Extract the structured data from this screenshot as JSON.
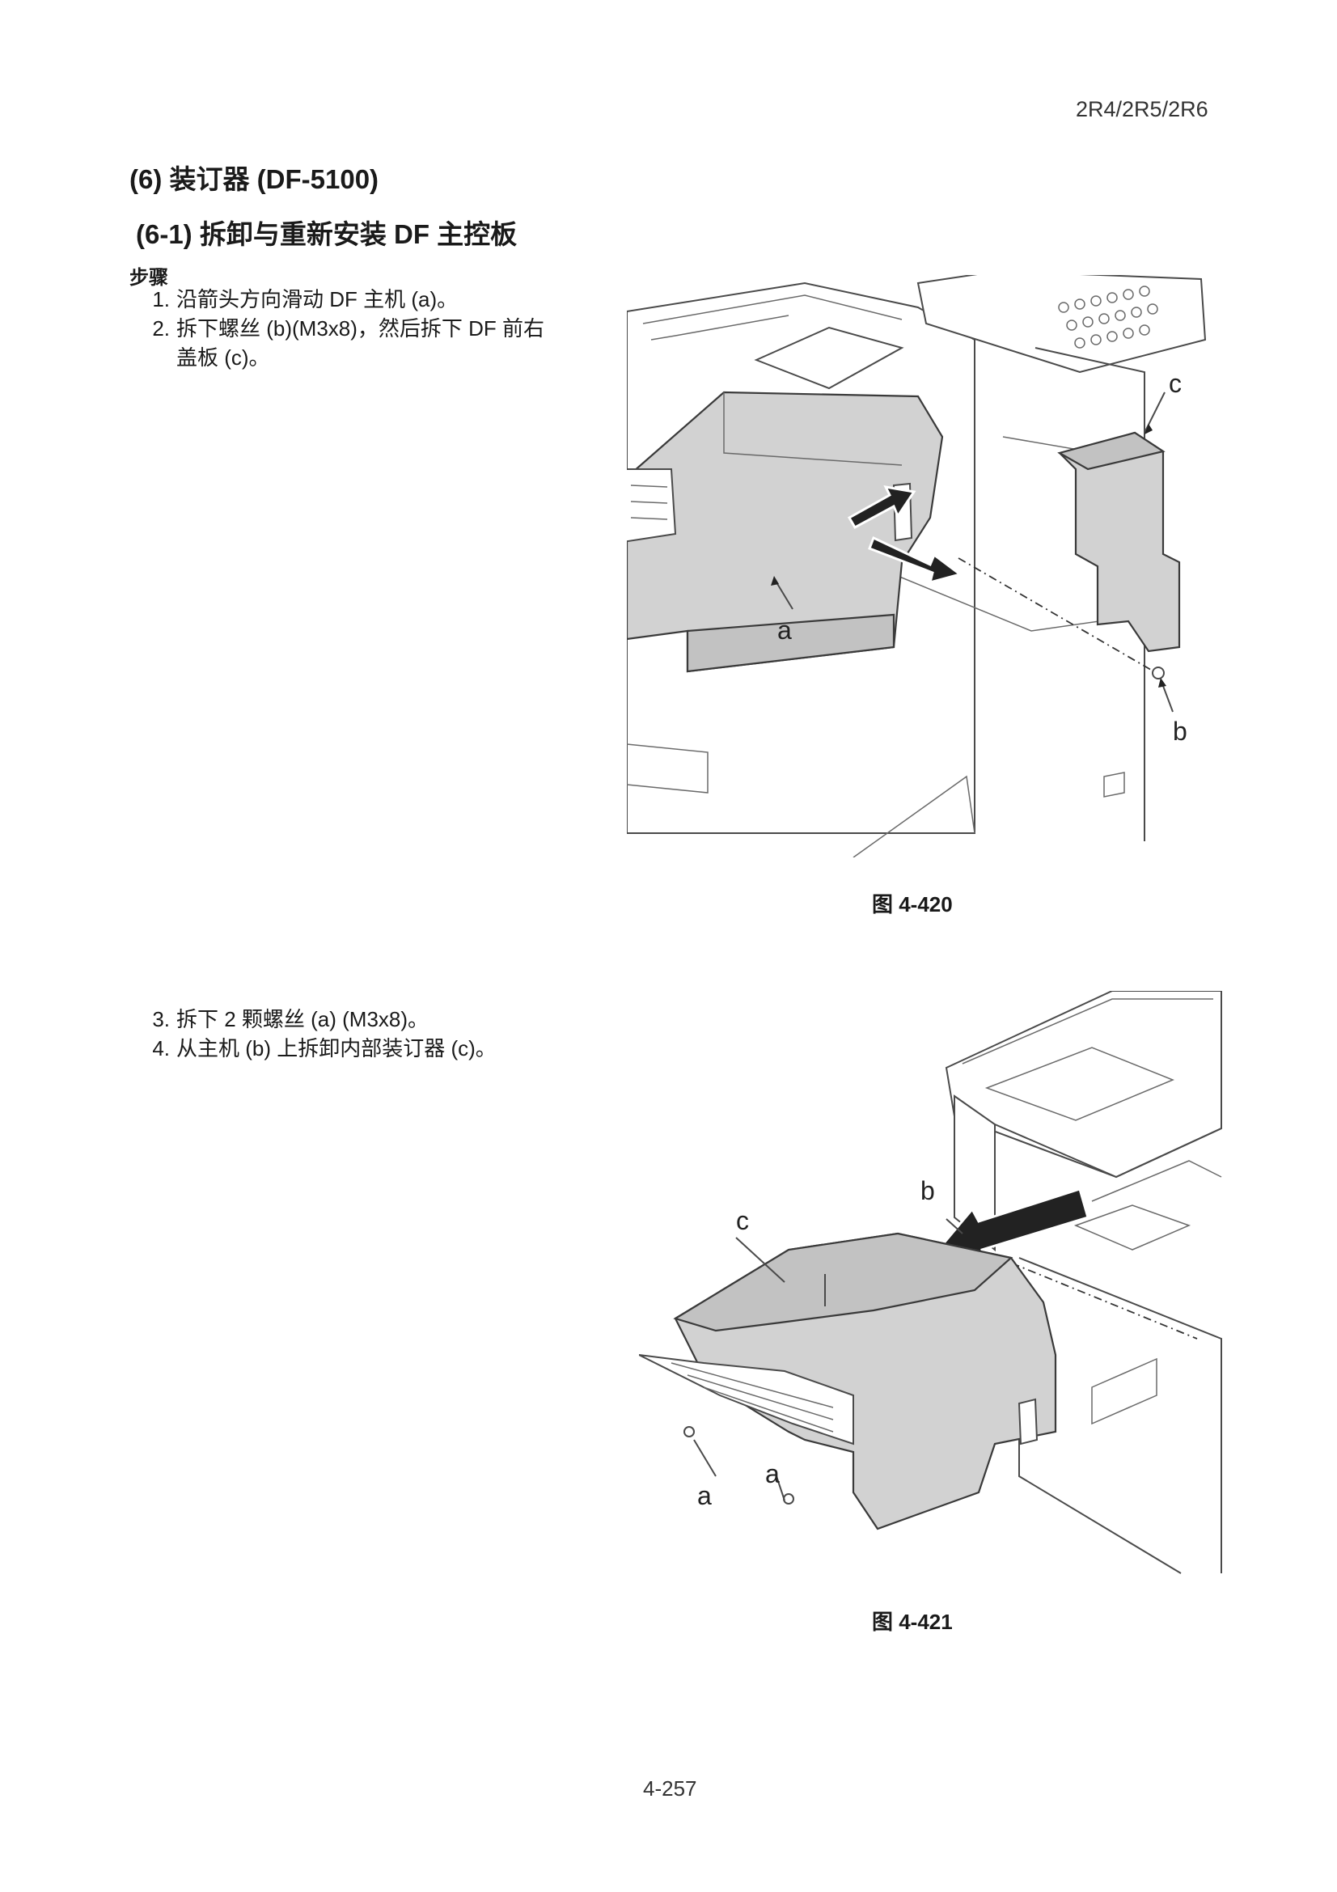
{
  "header": {
    "model": "2R4/2R5/2R6"
  },
  "section": {
    "title": "(6)  装订器 (DF-5100)",
    "subtitle": "(6-1) 拆卸与重新安装 DF 主控板",
    "procedure_label": "步骤"
  },
  "steps_group1": [
    {
      "num": "1.",
      "text": "沿箭头方向滑动 DF 主机 (a)。"
    },
    {
      "num": "2.",
      "text": "拆下螺丝 (b)(M3x8)，然后拆下 DF 前右"
    },
    {
      "num": "",
      "text": "盖板 (c)。"
    }
  ],
  "steps_group2": [
    {
      "num": "3.",
      "text": "拆下 2 颗螺丝 (a) (M3x8)。"
    },
    {
      "num": "4.",
      "text": "从主机 (b) 上拆卸内部装订器 (c)。"
    }
  ],
  "figure1": {
    "caption": "图 4-420",
    "labels": {
      "a": "a",
      "b": "b",
      "c": "c"
    }
  },
  "figure2": {
    "caption": "图 4-421",
    "labels": {
      "a1": "a",
      "a2": "a",
      "b": "b",
      "c": "c"
    }
  },
  "footer": {
    "page_number": "4-257"
  }
}
